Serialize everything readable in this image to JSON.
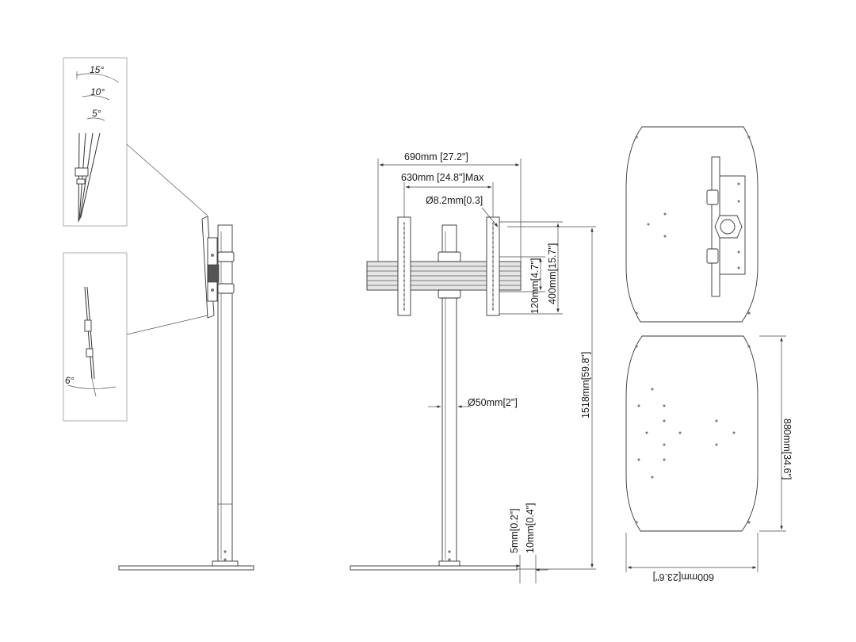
{
  "side_view": {
    "tilt_detail_top": {
      "angles": [
        "15°",
        "10°",
        "5°"
      ]
    },
    "tilt_detail_bottom": {
      "angles": [
        "6°"
      ]
    }
  },
  "front_view": {
    "dimensions": {
      "overall_width": "690mm [27.2\"]",
      "max_width": "630mm [24.8\"]Max",
      "hole_diameter": "Ø8.2mm[0.3]",
      "vertical_120": "120mm[4.7\"]",
      "vertical_400": "400mm[15.7\"]",
      "pole_diameter": "Ø50mm[2\"]",
      "total_height": "1518mm[59.8\"]",
      "base_5": "5mm[0.2\"]",
      "base_10": "10mm[0.4\"]"
    }
  },
  "base_plate_view": {
    "dimensions": {
      "depth": "880mm[34.6\"]",
      "width": "600mm[23.6\"]"
    }
  }
}
